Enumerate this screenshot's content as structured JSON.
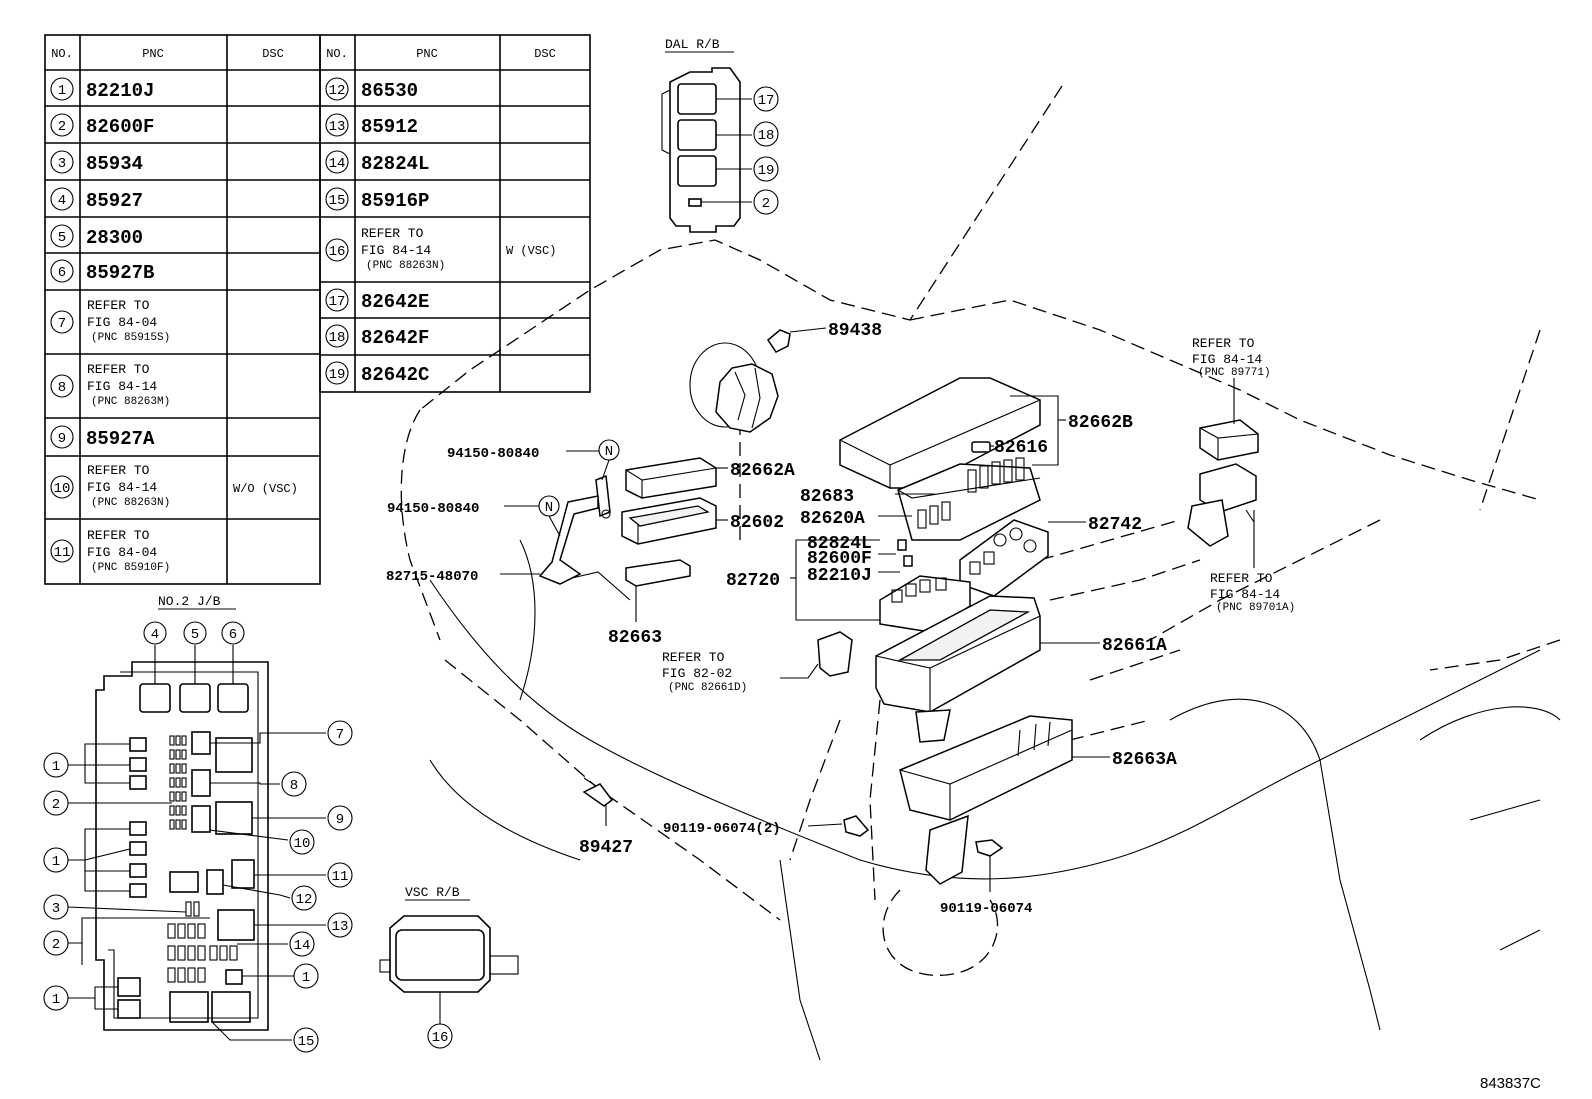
{
  "table": {
    "headers": [
      "NO.",
      "PNC",
      "DSC"
    ],
    "left_rows": [
      {
        "no": "1",
        "pnc": "82210J",
        "dsc": ""
      },
      {
        "no": "2",
        "pnc": "82600F",
        "dsc": ""
      },
      {
        "no": "3",
        "pnc": "85934",
        "dsc": ""
      },
      {
        "no": "4",
        "pnc": "85927",
        "dsc": ""
      },
      {
        "no": "5",
        "pnc": "28300",
        "dsc": ""
      },
      {
        "no": "6",
        "pnc": "85927B",
        "dsc": ""
      },
      {
        "no": "7",
        "ref": [
          "REFER TO",
          "FIG 84-04",
          "(PNC 85915S)"
        ],
        "dsc": ""
      },
      {
        "no": "8",
        "ref": [
          "REFER TO",
          "FIG 84-14",
          "(PNC 88263M)"
        ],
        "dsc": ""
      },
      {
        "no": "9",
        "pnc": "85927A",
        "dsc": ""
      },
      {
        "no": "10",
        "ref": [
          "REFER TO",
          "FIG 84-14",
          "(PNC 88263N)"
        ],
        "dsc": "W/O (VSC)"
      },
      {
        "no": "11",
        "ref": [
          "REFER TO",
          "FIG 84-04",
          "(PNC 85910F)"
        ],
        "dsc": ""
      }
    ],
    "right_rows": [
      {
        "no": "12",
        "pnc": "86530",
        "dsc": ""
      },
      {
        "no": "13",
        "pnc": "85912",
        "dsc": ""
      },
      {
        "no": "14",
        "pnc": "82824L",
        "dsc": ""
      },
      {
        "no": "15",
        "pnc": "85916P",
        "dsc": ""
      },
      {
        "no": "16",
        "ref": [
          "REFER TO",
          "FIG 84-14",
          "(PNC 88263N)"
        ],
        "dsc": "W (VSC)"
      },
      {
        "no": "17",
        "pnc": "82642E",
        "dsc": ""
      },
      {
        "no": "18",
        "pnc": "82642F",
        "dsc": ""
      },
      {
        "no": "19",
        "pnc": "82642C",
        "dsc": ""
      }
    ]
  },
  "titles": {
    "dal": "DAL R/B",
    "jb": "NO.2 J/B",
    "vsc": "VSC R/B"
  },
  "dal_callouts": [
    "17",
    "18",
    "19",
    "2"
  ],
  "jb_callouts": [
    "4",
    "5",
    "6",
    "7",
    "1",
    "8",
    "2",
    "9",
    "10",
    "1",
    "11",
    "3",
    "12",
    "13",
    "2",
    "14",
    "1",
    "1",
    "15"
  ],
  "vsc_callout": "16",
  "parts": {
    "p89438": "89438",
    "p82662B": "82662B",
    "p82616": "82616",
    "p82662A": "82662A",
    "p94150a": "94150-80840",
    "p94150b": "94150-80840",
    "nut_a": "N",
    "nut_b": "N",
    "p82683": "82683",
    "p82620A": "82620A",
    "p82742": "82742",
    "p82602": "82602",
    "p82824L": "82824L",
    "p82600F": "82600F",
    "p82720": "82720",
    "p82210J": "82210J",
    "p82715": "82715-48070",
    "p82663": "82663",
    "p82661A": "82661A",
    "p82663A": "82663A",
    "p89427": "89427",
    "p90119a": "90119-06074(2)",
    "p90119b": "90119-06074"
  },
  "refs": {
    "ref_89771": [
      "REFER TO",
      "FIG 84-14",
      "(PNC 89771)"
    ],
    "ref_89701A": [
      "REFER TO",
      "FIG 84-14",
      "(PNC 89701A)"
    ],
    "ref_82661D": [
      "REFER TO",
      "FIG 82-02",
      "(PNC 82661D)"
    ]
  },
  "figure_code": "843837C"
}
